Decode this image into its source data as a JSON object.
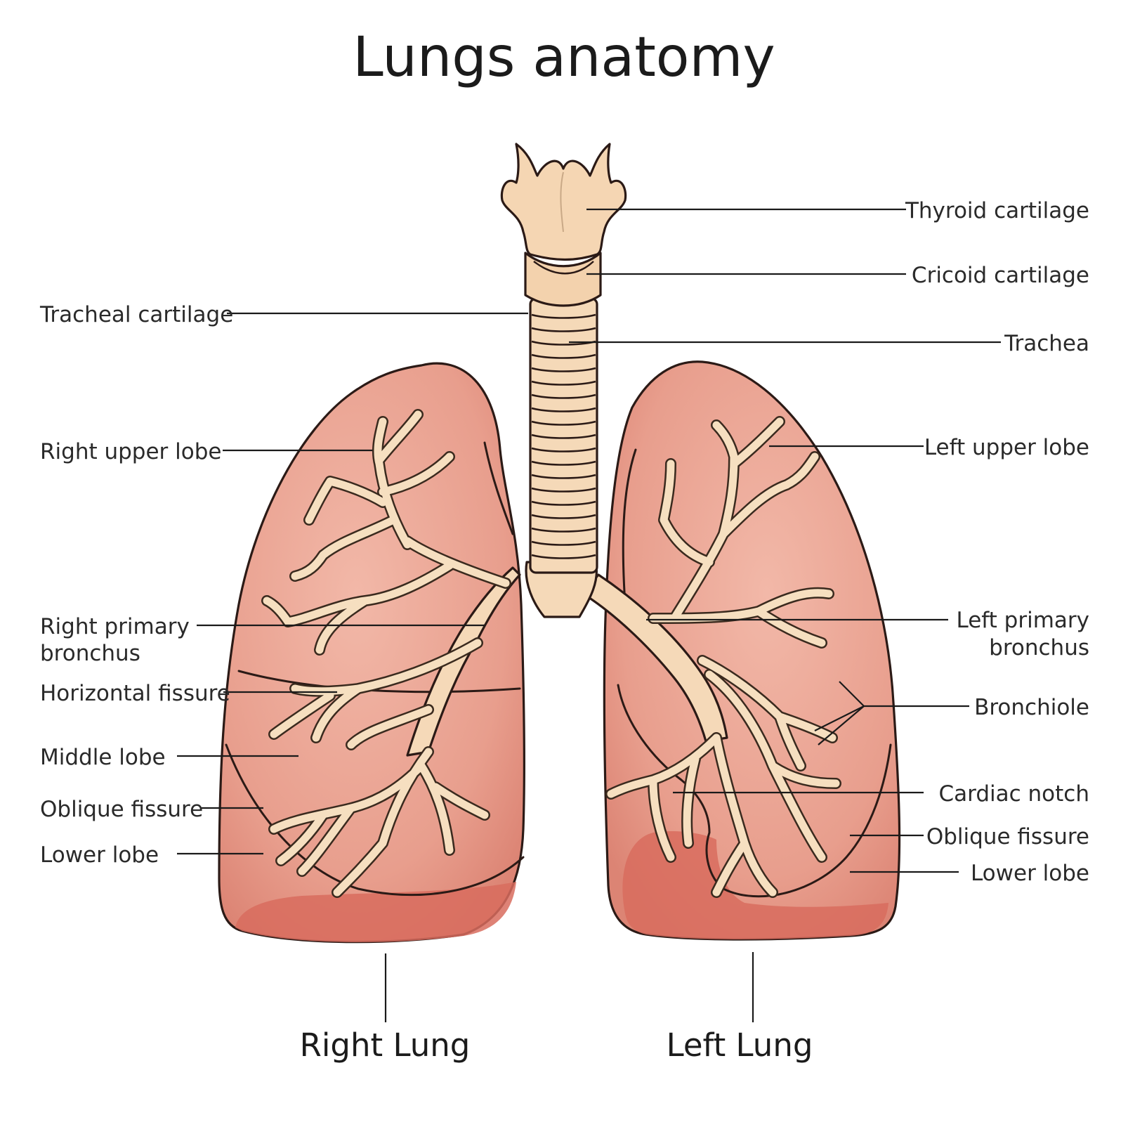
{
  "title": "Lungs anatomy",
  "labels": {
    "thyroid_cartilage": "Thyroid cartilage",
    "cricoid_cartilage": "Cricoid cartilage",
    "tracheal_cartilage": "Tracheal cartilage",
    "trachea": "Trachea",
    "right_upper_lobe": "Right upper lobe",
    "left_upper_lobe": "Left upper lobe",
    "right_primary_bronchus": [
      "Right primary",
      "bronchus"
    ],
    "left_primary_bronchus": [
      "Left primary",
      "bronchus"
    ],
    "horizontal_fissure": "Horizontal fissure",
    "bronchiole": "Bronchiole",
    "middle_lobe": "Middle lobe",
    "cardiac_notch": "Cardiac notch",
    "oblique_fissure_right": "Oblique fissure",
    "oblique_fissure_left": "Oblique  fissure",
    "lower_lobe_right": "Lower lobe",
    "lower_lobe_left": "Lower lobe"
  },
  "lung_names": {
    "right": "Right Lung",
    "left": "Left Lung"
  },
  "colors": {
    "lung": "#e59a8a",
    "lung_highlight": "#f0b4a4",
    "lung_base": "#d8695c",
    "cartilage": "#f5d9b8",
    "bronchi": "#f6dfc0",
    "outline": "#2b1a16"
  }
}
